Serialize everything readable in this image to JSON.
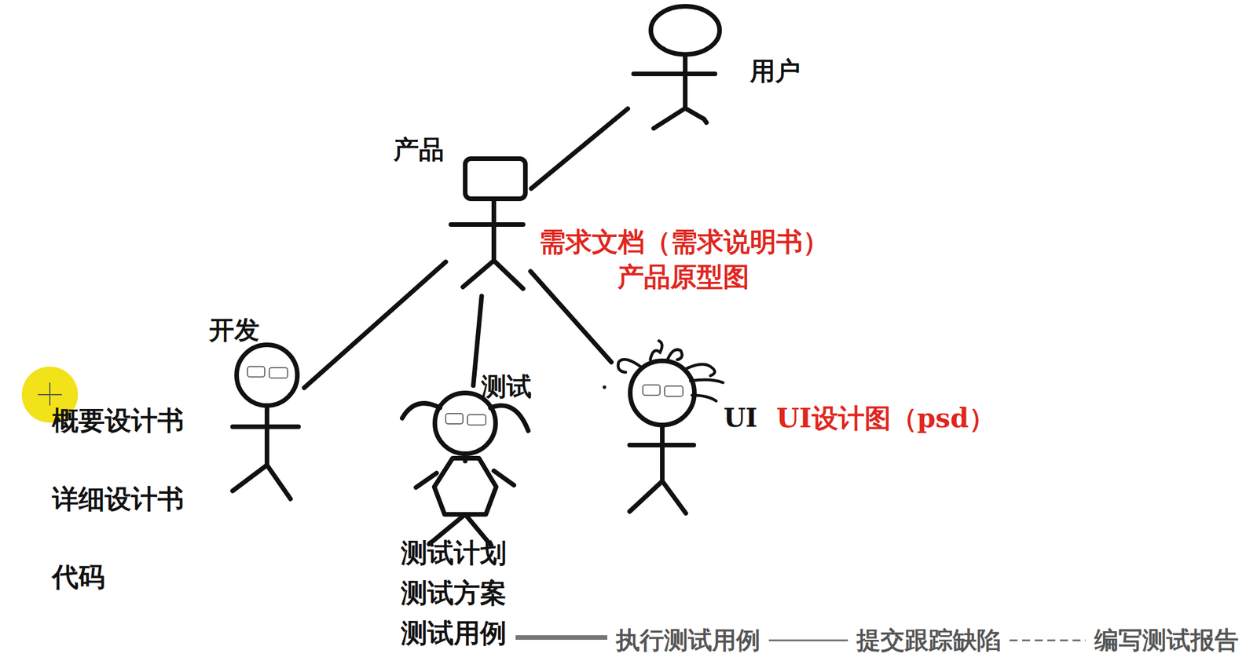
{
  "diagram": {
    "nodes": [
      {
        "text": [
          "用户"
        ]
      },
      {
        "text": [
          "产品"
        ]
      },
      {
        "text": [
          "开发"
        ]
      },
      {
        "text": [
          "测试"
        ]
      },
      {
        "text": [
          "UI"
        ]
      }
    ],
    "edges": [
      {
        "from": 0,
        "to": 1,
        "arrow": "none"
      },
      {
        "from": 1,
        "to": 2,
        "arrow": "none"
      },
      {
        "from": 1,
        "to": 3,
        "arrow": "none"
      },
      {
        "from": 1,
        "to": 4,
        "arrow": "none"
      }
    ],
    "labels": [
      "需求文档（需求说明书）",
      "产品原型图",
      "概要设计书",
      "详细设计书",
      "代码",
      "UI设计图（psd）",
      "测试计划",
      "测试方案",
      "测试用例",
      "执行测试用例",
      "提交跟踪缺陷",
      "编写测试报告"
    ]
  }
}
